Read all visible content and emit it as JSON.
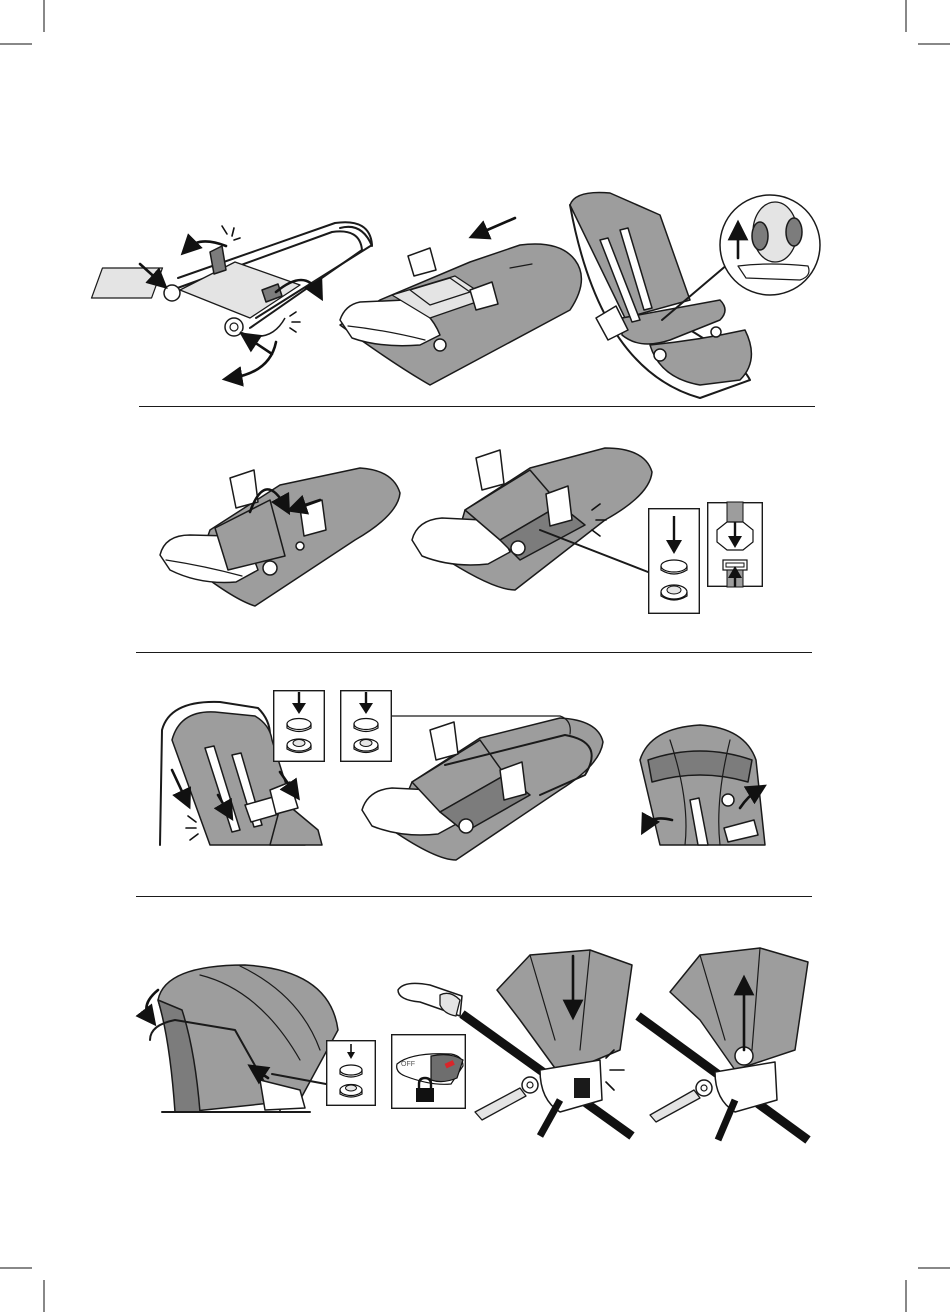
{
  "page": {
    "background": "#ffffff",
    "fabric_color": "#9d9d9d",
    "line_color": "#1a1a1a",
    "indicator_color": "#d9252a"
  },
  "rows": [
    {
      "panels": [
        "frame-rotation",
        "seat-slide-on",
        "fabric-button-detail"
      ]
    },
    {
      "panels": [
        "fabric-fold",
        "snap-fasteners"
      ]
    },
    {
      "panels": [
        "backrest-snaps",
        "bumper-bar",
        "canopy-attach"
      ]
    },
    {
      "panels": [
        "canopy-fold",
        "lock-release",
        "seat-attach",
        "seat-remove"
      ]
    }
  ],
  "icons": {
    "snap": "snap-button-icon",
    "lock": "padlock-icon",
    "arrow": "arrow-icon",
    "click": "click-sound-icon"
  },
  "lock_indicator_text": "OFF"
}
